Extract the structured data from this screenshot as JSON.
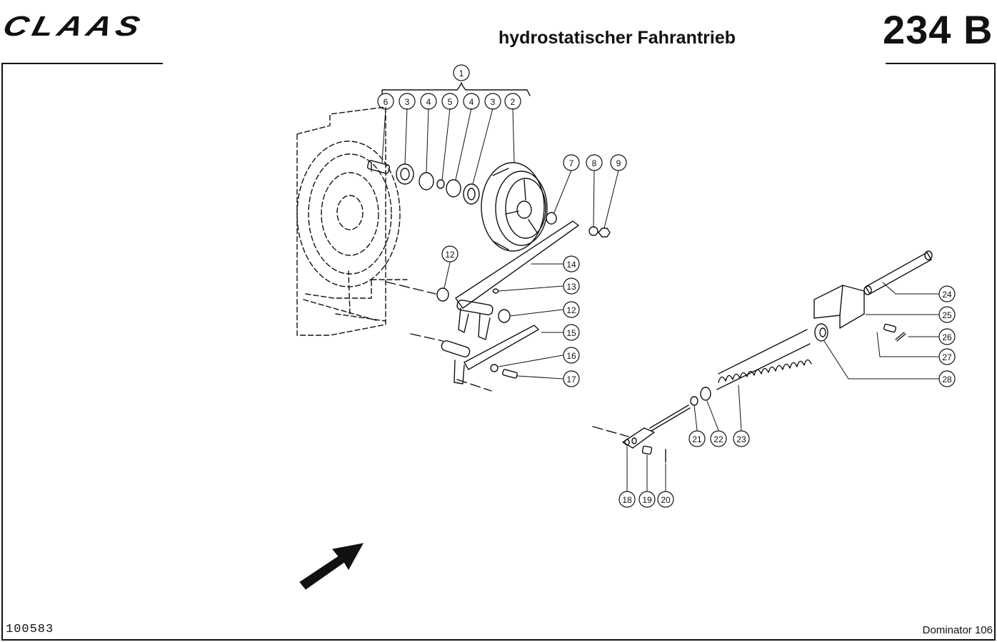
{
  "header": {
    "logo_text": "CLAAS",
    "title": "hydrostatischer Fahrantrieb",
    "page_code": "234 B"
  },
  "footer": {
    "doc_number": "100583",
    "model": "Dominator 106"
  },
  "callouts": [
    {
      "id": "c1",
      "label": "1"
    },
    {
      "id": "c6",
      "label": "6"
    },
    {
      "id": "c3a",
      "label": "3"
    },
    {
      "id": "c4a",
      "label": "4"
    },
    {
      "id": "c5",
      "label": "5"
    },
    {
      "id": "c4b",
      "label": "4"
    },
    {
      "id": "c3b",
      "label": "3"
    },
    {
      "id": "c2",
      "label": "2"
    },
    {
      "id": "c7",
      "label": "7"
    },
    {
      "id": "c8",
      "label": "8"
    },
    {
      "id": "c9",
      "label": "9"
    },
    {
      "id": "c12a",
      "label": "12"
    },
    {
      "id": "c14",
      "label": "14"
    },
    {
      "id": "c13",
      "label": "13"
    },
    {
      "id": "c12b",
      "label": "12"
    },
    {
      "id": "c15",
      "label": "15"
    },
    {
      "id": "c16",
      "label": "16"
    },
    {
      "id": "c17",
      "label": "17"
    },
    {
      "id": "c24",
      "label": "24"
    },
    {
      "id": "c25",
      "label": "25"
    },
    {
      "id": "c26",
      "label": "26"
    },
    {
      "id": "c27",
      "label": "27"
    },
    {
      "id": "c28",
      "label": "28"
    },
    {
      "id": "c21",
      "label": "21"
    },
    {
      "id": "c22",
      "label": "22"
    },
    {
      "id": "c23",
      "label": "23"
    },
    {
      "id": "c18",
      "label": "18"
    },
    {
      "id": "c19",
      "label": "19"
    },
    {
      "id": "c20",
      "label": "20"
    }
  ]
}
